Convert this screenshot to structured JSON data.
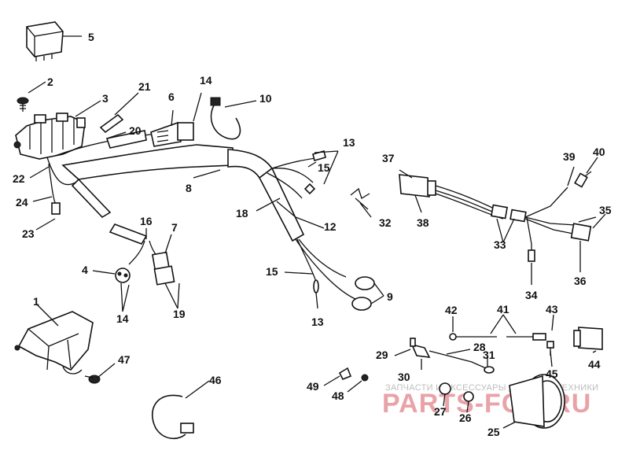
{
  "callouts": [
    {
      "id": "c1",
      "text": "1"
    },
    {
      "id": "c2",
      "text": "2"
    },
    {
      "id": "c3",
      "text": "3"
    },
    {
      "id": "c4",
      "text": "4"
    },
    {
      "id": "c5",
      "text": "5"
    },
    {
      "id": "c6",
      "text": "6"
    },
    {
      "id": "c7",
      "text": "7"
    },
    {
      "id": "c8",
      "text": "8"
    },
    {
      "id": "c9",
      "text": "9"
    },
    {
      "id": "c10",
      "text": "10"
    },
    {
      "id": "c12",
      "text": "12"
    },
    {
      "id": "c13a",
      "text": "13"
    },
    {
      "id": "c13b",
      "text": "13"
    },
    {
      "id": "c14a",
      "text": "14"
    },
    {
      "id": "c14b",
      "text": "14"
    },
    {
      "id": "c15a",
      "text": "15"
    },
    {
      "id": "c15b",
      "text": "15"
    },
    {
      "id": "c16",
      "text": "16"
    },
    {
      "id": "c18",
      "text": "18"
    },
    {
      "id": "c19",
      "text": "19"
    },
    {
      "id": "c20",
      "text": "20"
    },
    {
      "id": "c21",
      "text": "21"
    },
    {
      "id": "c22",
      "text": "22"
    },
    {
      "id": "c23",
      "text": "23"
    },
    {
      "id": "c24",
      "text": "24"
    },
    {
      "id": "c25",
      "text": "25"
    },
    {
      "id": "c26",
      "text": "26"
    },
    {
      "id": "c27",
      "text": "27"
    },
    {
      "id": "c28",
      "text": "28"
    },
    {
      "id": "c29",
      "text": "29"
    },
    {
      "id": "c30",
      "text": "30"
    },
    {
      "id": "c31",
      "text": "31"
    },
    {
      "id": "c32",
      "text": "32"
    },
    {
      "id": "c33",
      "text": "33"
    },
    {
      "id": "c34",
      "text": "34"
    },
    {
      "id": "c35",
      "text": "35"
    },
    {
      "id": "c36",
      "text": "36"
    },
    {
      "id": "c37",
      "text": "37"
    },
    {
      "id": "c38",
      "text": "38"
    },
    {
      "id": "c39",
      "text": "39"
    },
    {
      "id": "c40",
      "text": "40"
    },
    {
      "id": "c41",
      "text": "41"
    },
    {
      "id": "c42",
      "text": "42"
    },
    {
      "id": "c43",
      "text": "43"
    },
    {
      "id": "c44",
      "text": "44"
    },
    {
      "id": "c45",
      "text": "45"
    },
    {
      "id": "c46",
      "text": "46"
    },
    {
      "id": "c47",
      "text": "47"
    },
    {
      "id": "c48",
      "text": "48"
    },
    {
      "id": "c49",
      "text": "49"
    }
  ],
  "watermark": {
    "tagline": "ЗАПЧАСТИ И АКСЕССУАРЫ ДЛЯ МОТОТЕХНИКИ",
    "brand": "PARTS-FOR.RU",
    "brand_color": "#e9a3a8"
  }
}
